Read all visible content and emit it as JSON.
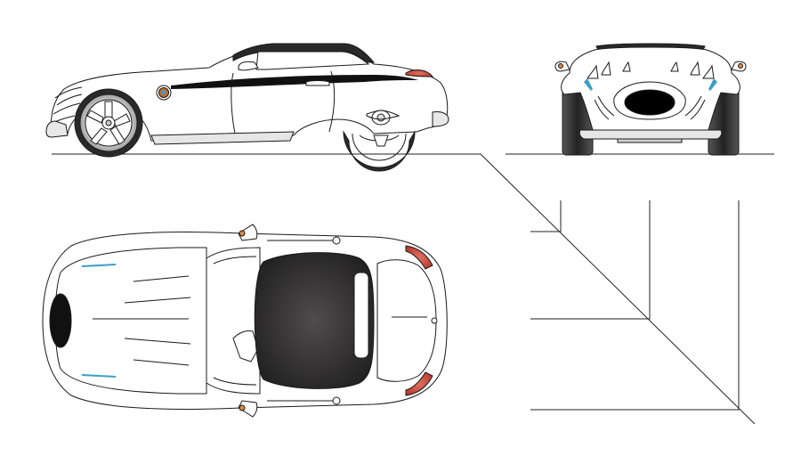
{
  "drawing": {
    "views": [
      "side-view",
      "front-view",
      "top-view"
    ],
    "colors": {
      "outline": "#1a1a1a",
      "paint": "#ffffff",
      "roof_dark": "#2b2a2a",
      "roof_mid": "#4a4848",
      "tire": "#2a2a2a",
      "tail_light": "#c9473a",
      "indicator": "#e08a3c",
      "accent_blue": "#3a9fc7",
      "chrome": "#bdbdbd",
      "shadow": "#d9d9d9"
    }
  }
}
